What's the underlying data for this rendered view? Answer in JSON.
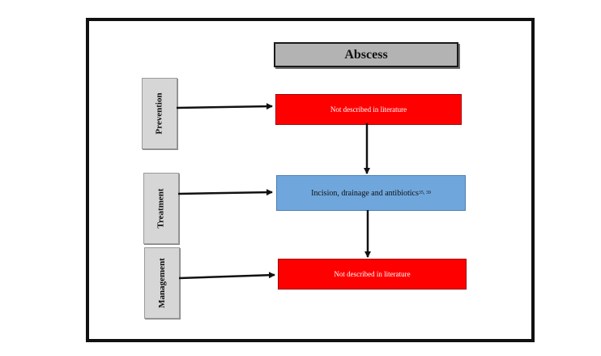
{
  "title": "Abscess",
  "stages": [
    {
      "label": "Prevention"
    },
    {
      "label": "Treatment"
    },
    {
      "label": "Management"
    }
  ],
  "boxes": [
    {
      "text": "Not described in literature",
      "sup": ""
    },
    {
      "text": "Incision, drainage and antibiotics",
      "sup": "35, 39"
    },
    {
      "text": "Not described in literature",
      "sup": ""
    }
  ],
  "colors": {
    "frame": "#111111",
    "title_fill": "#b3b3b3",
    "stage_fill": "#d6d6d6",
    "red_box": "#ff0000",
    "blue_box": "#6fa7dd",
    "arrow": "#111111"
  }
}
